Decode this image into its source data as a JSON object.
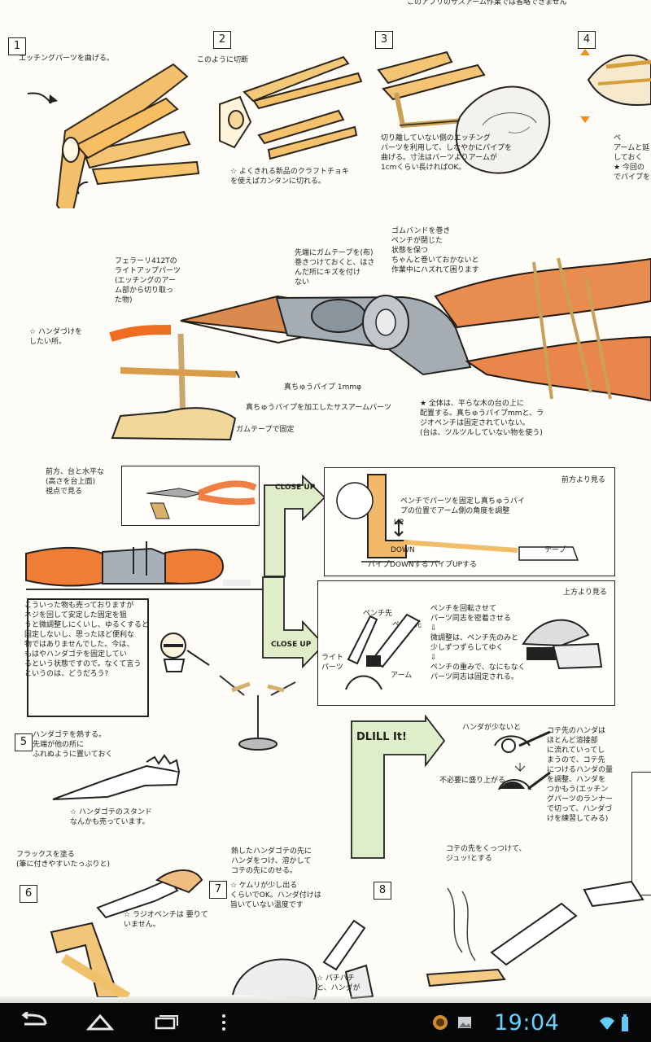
{
  "status_bar": {
    "time": "19:04"
  },
  "top_note": "このアプリのサスアーム作業では省略できません",
  "steps": [
    {
      "num": "1",
      "text": "エッチングパーツを曲げる。"
    },
    {
      "num": "2",
      "text": "このように切断"
    },
    {
      "num": "3",
      "text": ""
    },
    {
      "num": "4",
      "text": ""
    },
    {
      "num": "5",
      "text": "ハンダゴテを熱する。\n先端が他の所に\nふれぬように置いておく"
    },
    {
      "num": "6",
      "text": "フラックスを塗る\n(筆に付きやすいたっぷりと)"
    },
    {
      "num": "7",
      "text": "熱したハンダゴテの先に\nハンダをつけ、溶かして\nコテの先にのせる。"
    },
    {
      "num": "8",
      "text": ""
    }
  ],
  "notes": {
    "step2_tip": "☆ よくきれる新品のクラフトチョキ\nを使えばカンタンに切れる。",
    "step3_desc": "切り離していない側のエッチング\nパーツを利用して、しなやかにパイプを\n曲げる。寸法はパーツよりアームが\n1cmくらい長ければOK。",
    "step4_desc": "ペ\nアームと延\nしておく\n★ 今回の\nでパイプを",
    "rubber_band": "ゴムバンドを巻き\nペンチが閉じた\n状態を保つ\nちゃんと巻いておかないと\n作業中にハズれて困ります",
    "pinch_tip": "先端にガムテープを(布)\n巻きつけておくと、はさ\nんだ所にキズを付け\nない",
    "ferrari": "フェラーリ412Tの\nライトアップパーツ\n(エッチングのアー\nム部から切り取っ\nた物)",
    "solder_where": "☆ ハンダづけを\nしたい所。",
    "brass_pipe": "真ちゅうパイプ 1mmφ",
    "pipe_part": "真ちゅうパイプを加工したサスアームパーツ",
    "gum_tape": "ガムテープで固定",
    "whole_note": "★ 全体は、平らな木の台の上に\n配置する。真ちゅうパイプmmと、ラ\nジオペンチは固定されていない。\n(台は、ツルツルしていない物を使う)",
    "front_view": "前方、台と水平な\n(高さを台上面)\n視点で見る",
    "closeup_a": "CLOSE UP",
    "closeup_b": "CLOSE UP",
    "front_box_title": "前方より見る",
    "front_box_desc": "ペンチでパーツを固定し真ちゅうパイ\nプの位置でアーム側の角度を調整",
    "up_label": "UP",
    "down_label": "DOWN",
    "pipe_down": "パイプDOWNする",
    "pipe_up": "パイプUPする",
    "tape_label": "テープ",
    "top_box_title": "上方より見る",
    "pen_tip": "ペンチ先",
    "pen_tip2": "ペンチ先",
    "light_parts": "ライト\nパーツ",
    "arm": "アーム",
    "rotate_desc": "ペンチを回転させて\nパーツ同志を密着させる\n⇩\n微調整は、ペンチ先のみと\n少しずつずらしてゆく\n⇩\nペンチの重みで、なにもなく\nパーツ同志は固定される。",
    "commentary": "こういった物も売っておりますが\nネジを回して安定した固定を狙\nうと微調整しにくいし、ゆるくすると\n固定しないし、思ったほど便利な\n物ではありませんでした。今は、\nもはやハンダゴテを固定してい\nるという状態ですので。なくて言う\nというのは、どうだろう?",
    "stand_note": "☆ ハンダゴテのスタンド\nなんかも売っています。",
    "drill_it": "DLILL It!",
    "solder_small": "ハンダが少ないと",
    "solder_much": "不必要に盛り上がる",
    "kote_note": "コテ先のハンダは\nほとんど溶接部\nに流れていってし\nまうので、コテ先\nにつけるハンダの量\nを調整、ハンダを\nつかもう(エッチン\nグパーツのランナー\nで切って、ハンダづ\nけを練習してみる)",
    "radio_note": "☆ ラジオペンチは 要りて\nいません。",
    "step7_tip": "☆ ケムリが少し出る\nくらいでOK。ハンダ付けは\n旨いていない温度です",
    "step8_tip": "コテの先をくっつけて、\nジュッ!とする",
    "step8_star": "☆ パチパチ\nと、ハンダが"
  }
}
